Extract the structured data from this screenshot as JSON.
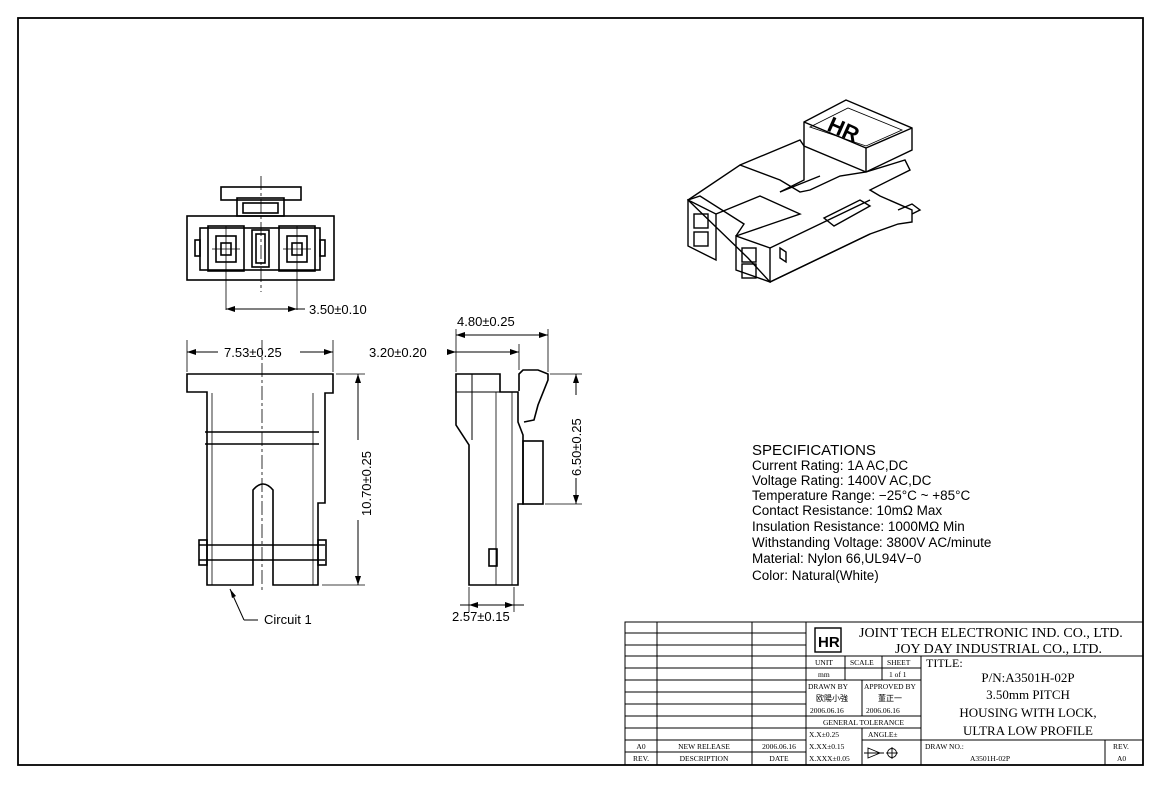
{
  "dimensions": {
    "pitch": "3.50±0.10",
    "width": "7.53±0.25",
    "height": "10.70±0.25",
    "side_width": "4.80±0.25",
    "side_offset": "3.20±0.20",
    "side_height": "6.50±0.25",
    "bottom": "2.57±0.15"
  },
  "circuit_label": "Circuit 1",
  "specs": {
    "heading": "SPECIFICATIONS",
    "lines": [
      "Current Rating: 1A AC,DC",
      "Voltage Rating: 1400V AC,DC",
      "Temperature Range: −25°C ~ +85°C",
      "Contact Resistance: 10mΩ Max",
      "Insulation Resistance: 1000MΩ Min",
      "Withstanding Voltage: 3800V AC/minute",
      "Material: Nylon 66,UL94V−0",
      "Color: Natural(White)"
    ]
  },
  "title_block": {
    "company_1": "JOINT TECH ELECTRONIC IND. CO., LTD.",
    "company_2": "JOY DAY INDUSTRIAL CO., LTD.",
    "unit_label": "UNIT",
    "scale_label": "SCALE",
    "sheet_label": "SHEET",
    "unit_value": "mm",
    "sheet_value": "1 of 1",
    "drawn_by_label": "DRAWN BY",
    "approved_by_label": "APPROVED BY",
    "drawn_by_name": "欧陽小強",
    "approved_by_name": "董正一",
    "drawn_date": "2006.06.16",
    "approved_date": "2006.06.16",
    "general_tolerance": "GENERAL TOLERANCE",
    "tol_1": "X.X±0.25",
    "tol_2": "X.XX±0.15",
    "tol_3": "X.XXX±0.05",
    "angle_label": "ANGLE±",
    "title_label": "TITLE:",
    "title_lines": [
      "P/N:A3501H-02P",
      "3.50mm PITCH",
      "HOUSING WITH LOCK,",
      "ULTRA LOW PROFILE"
    ],
    "draw_no_label": "DRAW NO.:",
    "draw_no": "A3501H-02P",
    "rev_label": "REV.",
    "rev_value": "A0",
    "revision_row": {
      "rev": "A0",
      "description": "NEW RELEASE",
      "date": "2006.06.16"
    },
    "revision_header": {
      "rev": "REV.",
      "description": "DESCRIPTION",
      "date": "DATE"
    }
  },
  "logo_text": "HR",
  "iso_mark": "HR"
}
